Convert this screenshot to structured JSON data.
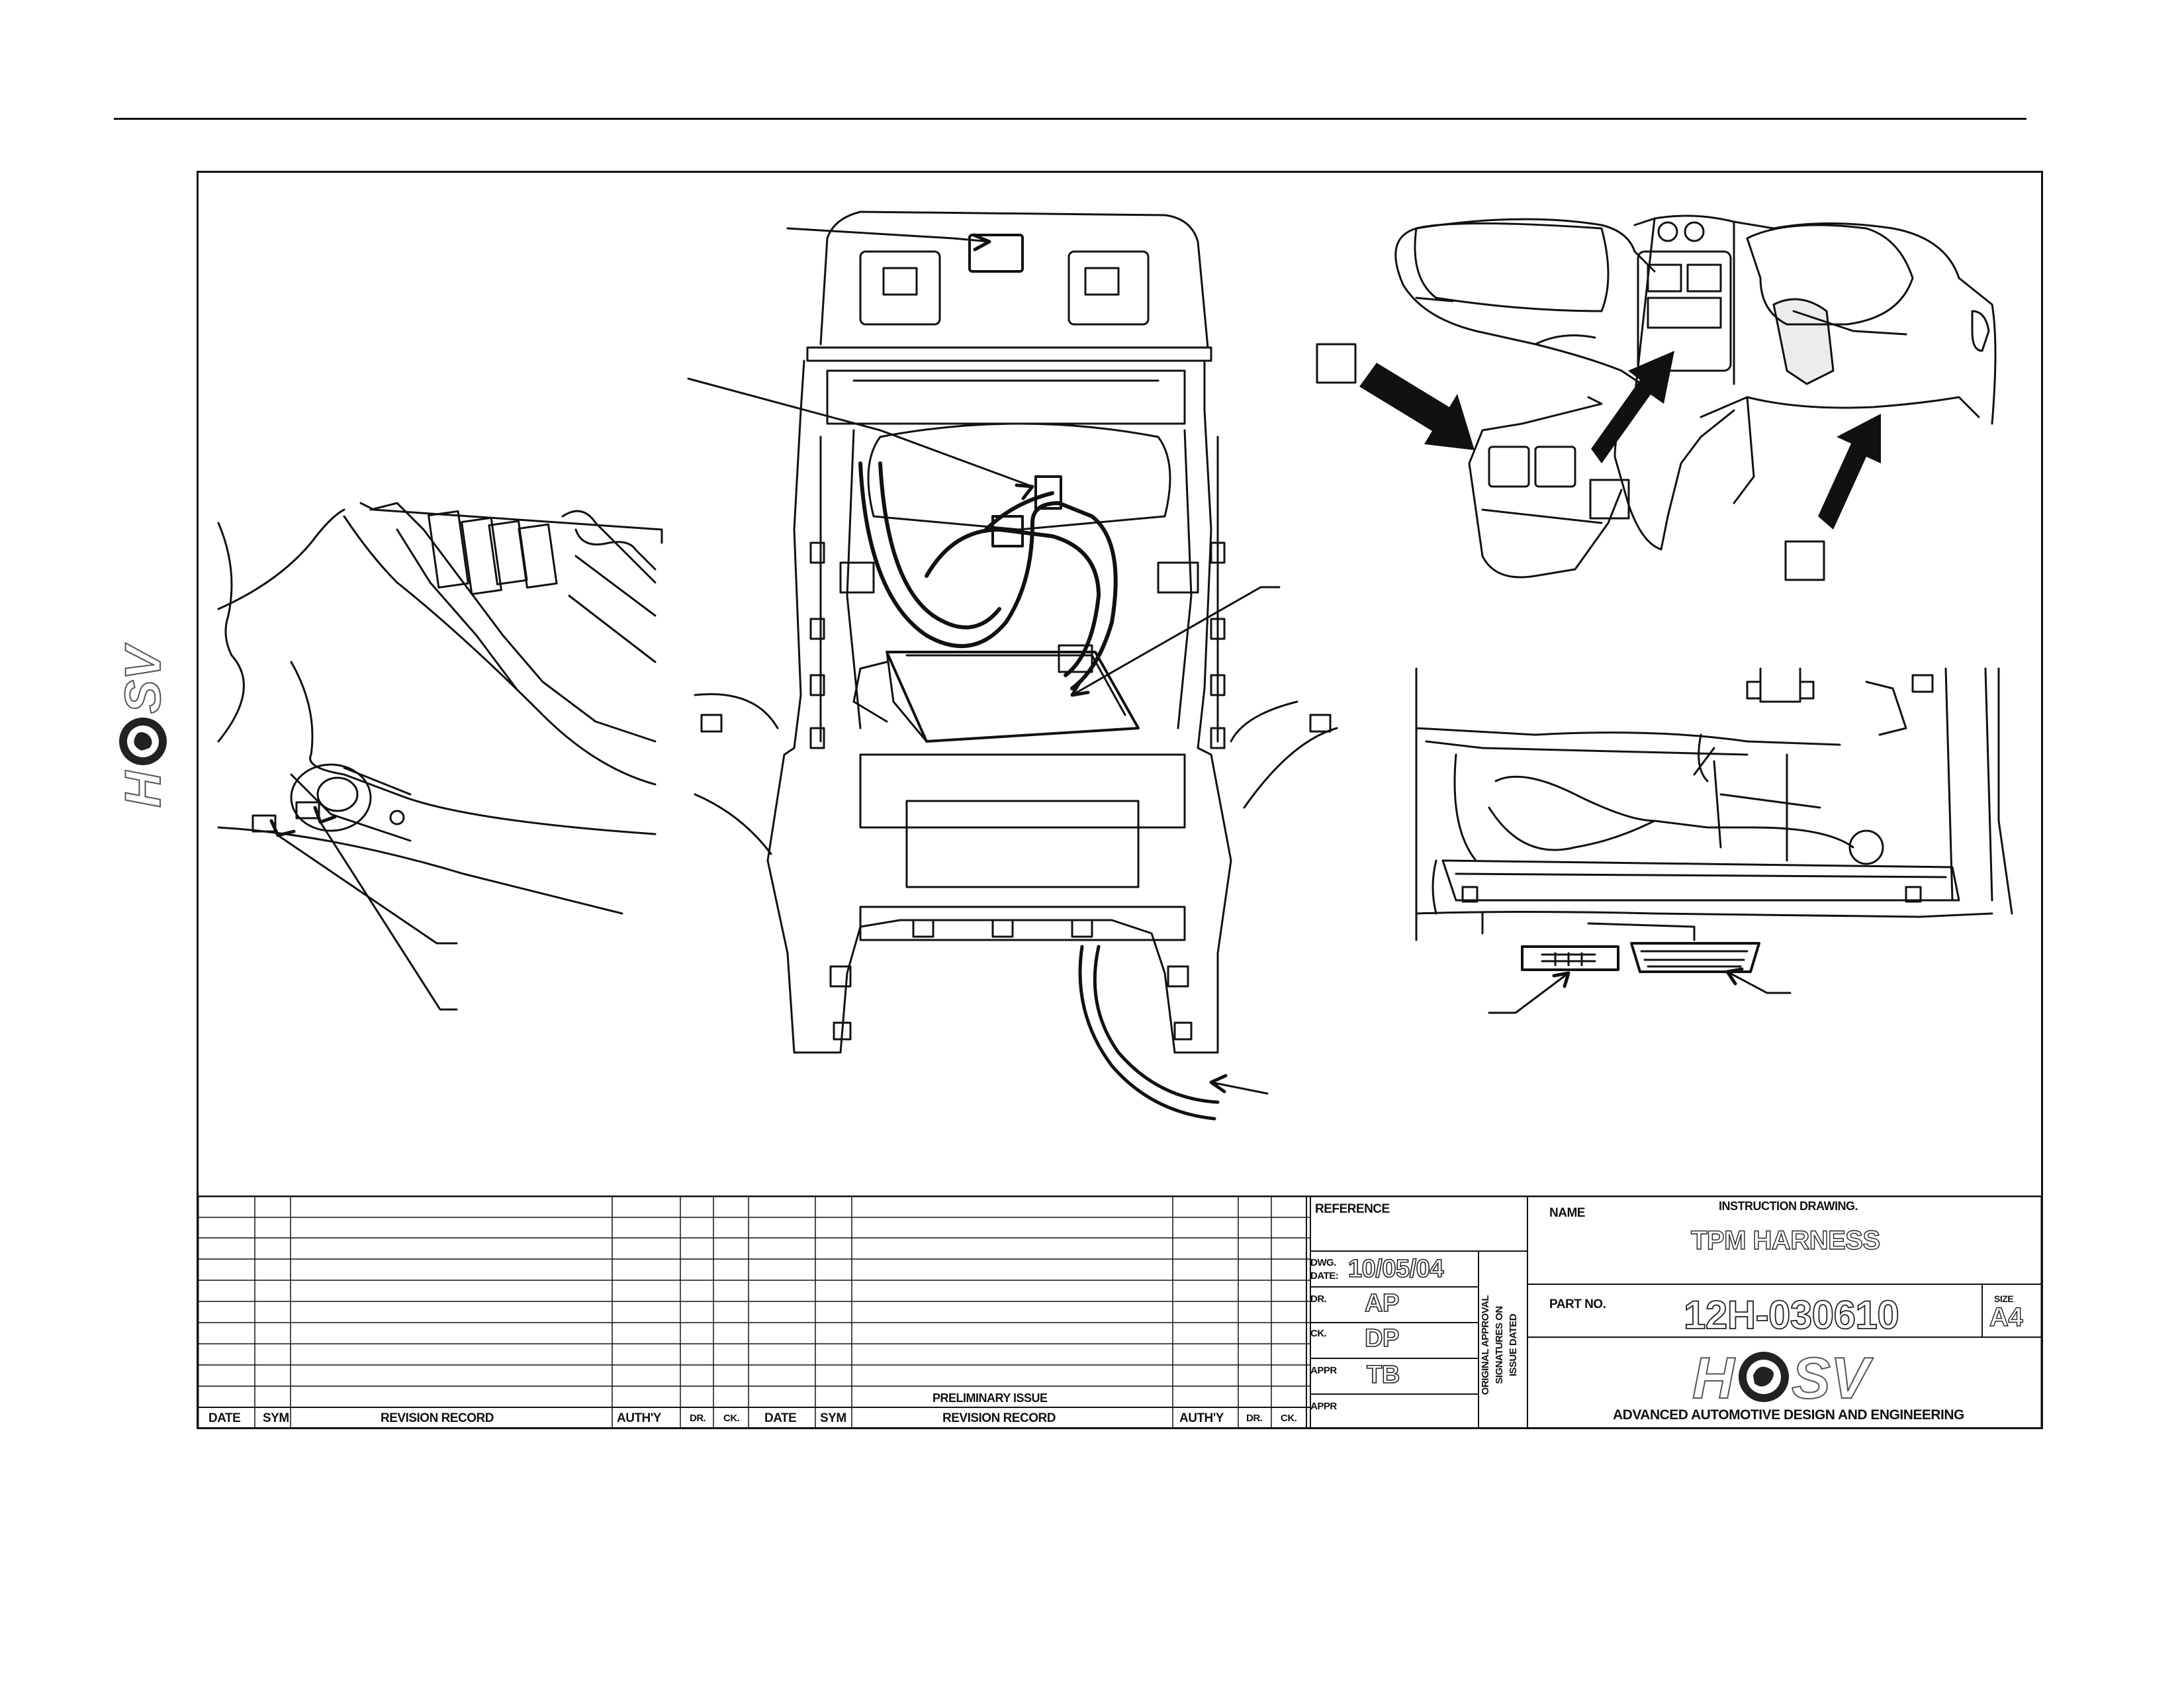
{
  "brand": {
    "logo_text": "HSV",
    "company": "ADVANCED AUTOMOTIVE DESIGN AND ENGINEERING"
  },
  "revision_table": {
    "headers_left": [
      "DATE",
      "SYM",
      "REVISION RECORD",
      "AUTH'Y",
      "DR.",
      "CK."
    ],
    "headers_right": [
      "DATE",
      "SYM",
      "REVISION RECORD",
      "AUTH'Y",
      "DR.",
      "CK."
    ],
    "preliminary_label": "PRELIMINARY ISSUE",
    "rows": 10
  },
  "approval": {
    "reference_label": "REFERENCE",
    "dwg_date_label": "DWG. DATE:",
    "dwg_date": "10/05/04",
    "dr_label": "DR.",
    "dr": "AP",
    "ck_label": "CK.",
    "ck": "DP",
    "appr_label": "APPR",
    "appr": "TB",
    "appr2_label": "APPR",
    "vertical_note": [
      "ORIGINAL APPROVAL",
      "SIGNATURES ON",
      "ISSUE DATED"
    ]
  },
  "drawing": {
    "name_label": "NAME",
    "type": "INSTRUCTION DRAWING.",
    "title": "TPM HARNESS",
    "part_label": "PART NO.",
    "part_no": "12H-030610",
    "size_label": "SIZE",
    "size": "A4"
  },
  "colors": {
    "line": "#111111",
    "paper": "#ffffff"
  }
}
